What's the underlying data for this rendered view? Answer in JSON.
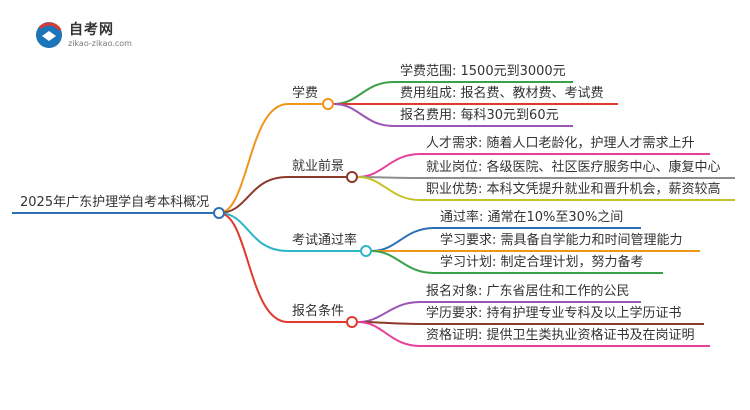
{
  "logo": {
    "title": "自考网",
    "url": "zikao-zikao.com"
  },
  "root": {
    "label": "2025年广东护理学自考本科概况"
  },
  "branches": [
    {
      "label": "学费",
      "color": "#f0951b",
      "children": [
        {
          "text": "学费范围: 1500元到3000元",
          "color": "#3aa14a"
        },
        {
          "text": "费用组成: 报名费、教材费、考试费",
          "color": "#e03a2e"
        },
        {
          "text": "报名费用: 每科30元到60元",
          "color": "#9a55b5"
        }
      ]
    },
    {
      "label": "就业前景",
      "color": "#8c3a2a",
      "children": [
        {
          "text": "人才需求: 随着人口老龄化，护理人才需求上升",
          "color": "#e7409a"
        },
        {
          "text": "就业岗位: 各级医院、社区医疗服务中心、康复中心",
          "color": "#8d8d8d"
        },
        {
          "text": "职业优势: 本科文凭提升就业和晋升机会，薪资较高",
          "color": "#c2c22a"
        }
      ]
    },
    {
      "label": "考试通过率",
      "color": "#2bb6c9",
      "children": [
        {
          "text": "通过率: 通常在10%至30%之间",
          "color": "#2d6fb7"
        },
        {
          "text": "学习要求: 需具备自学能力和时间管理能力",
          "color": "#f0951b"
        },
        {
          "text": "学习计划: 制定合理计划，努力备考",
          "color": "#3aa14a"
        }
      ]
    },
    {
      "label": "报名条件",
      "color": "#e03a2e",
      "children": [
        {
          "text": "报名对象: 广东省居住和工作的公民",
          "color": "#9a55b5"
        },
        {
          "text": "学历要求: 持有护理专业专科及以上学历证书",
          "color": "#8c3a2a"
        },
        {
          "text": "资格证明: 提供卫生类执业资格证书及在岗证明",
          "color": "#e7409a"
        }
      ]
    }
  ]
}
